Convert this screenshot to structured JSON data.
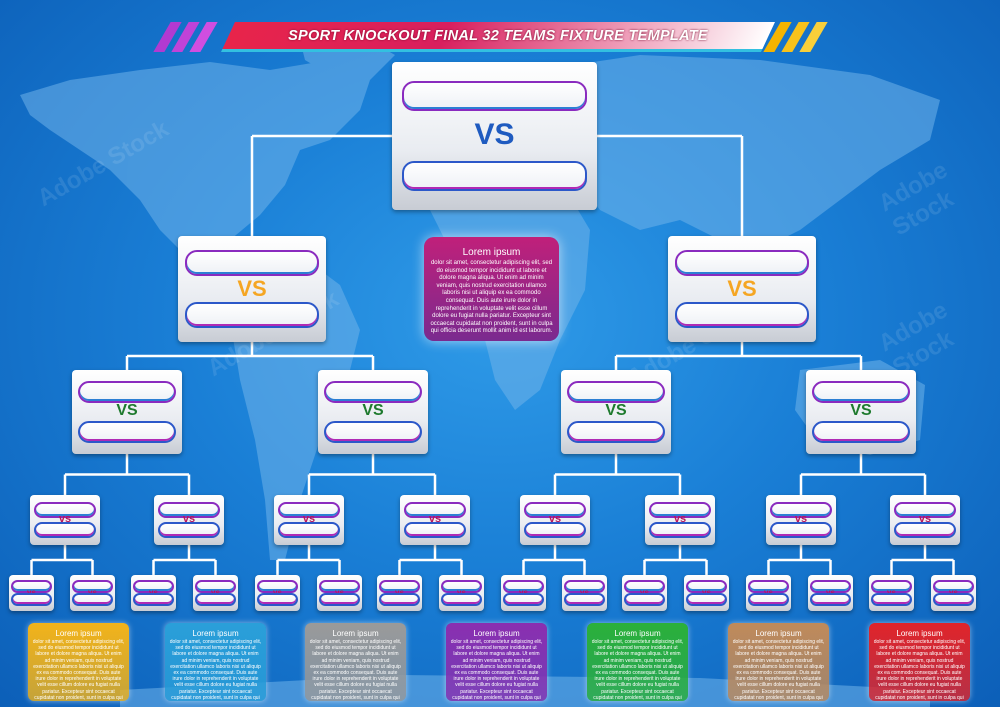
{
  "title": "SPORT KNOCKOUT FINAL 32 TEAMS FIXTURE TEMPLATE",
  "vs_label": "VS",
  "vs_small_label": "vs",
  "stock_id": "193767557",
  "watermark": "Adobe Stock",
  "colors": {
    "round_final": "#1f5bc0",
    "round_semi": "#f5a623",
    "round_quarter": "#1e7a2e",
    "round_small": "#b8165a"
  },
  "center_box": {
    "title": "Lorem ipsum",
    "body": "dolor sit amet, consectetur adipiscing elit, sed do eiusmod tempor incididunt ut labore et dolore magna aliqua. Ut enim ad minim veniam, quis nostrud exercitation ullamco laboris nisi ut aliquip ex ea commodo consequat. Duis aute irure dolor in reprehenderit in voluptate velit esse cillum dolore eu fugiat nulla pariatur. Excepteur sint occaecat cupidatat non proident, sunt in culpa qui officia deserunt mollit anim id est laborum."
  },
  "info_boxes": [
    {
      "title": "Lorem ipsum",
      "color": "#f2b31a",
      "body": "dolor sit amet, consectetur adipiscing elit, sed do eiusmod tempor incididunt ut labore et dolore magna aliqua. Ut enim ad minim veniam, quis nostrud exercitation ullamco laboris nisi ut aliquip ex ea commodo consequat. Duis aute irure dolor in reprehenderit in voluptate velit esse cillum dolore eu fugiat nulla pariatur. Excepteur sint occaecat cupidatat non proident, sunt in culpa qui officia deserunt mollit anim id est laborum."
    },
    {
      "title": "Lorem ipsum",
      "color": "#2a9fd9",
      "body": "dolor sit amet, consectetur adipiscing elit, sed do eiusmod tempor incididunt ut labore et dolore magna aliqua. Ut enim ad minim veniam, quis nostrud exercitation ullamco laboris nisi ut aliquip ex ea commodo consequat. Duis aute irure dolor in reprehenderit in voluptate velit esse cillum dolore eu fugiat nulla pariatur. Excepteur sint occaecat cupidatat non proident, sunt in culpa qui officia deserunt mollit anim id est laborum."
    },
    {
      "title": "Lorem ipsum",
      "color": "#9a9a9a",
      "body": "dolor sit amet, consectetur adipiscing elit, sed do eiusmod tempor incididunt ut labore et dolore magna aliqua. Ut enim ad minim veniam, quis nostrud exercitation ullamco laboris nisi ut aliquip ex ea commodo consequat. Duis aute irure dolor in reprehenderit in voluptate velit esse cillum dolore eu fugiat nulla pariatur. Excepteur sint occaecat cupidatat non proident, sunt in culpa qui officia deserunt mollit anim id est laborum."
    },
    {
      "title": "Lorem ipsum",
      "color": "#8a2fb0",
      "body": "dolor sit amet, consectetur adipiscing elit, sed do eiusmod tempor incididunt ut labore et dolore magna aliqua. Ut enim ad minim veniam, quis nostrud exercitation ullamco laboris nisi ut aliquip ex ea commodo consequat. Duis aute irure dolor in reprehenderit in voluptate velit esse cillum dolore eu fugiat nulla pariatur. Excepteur sint occaecat cupidatat non proident, sunt in culpa qui officia deserunt mollit anim id est laborum."
    },
    {
      "title": "Lorem ipsum",
      "color": "#2bb03a",
      "body": "dolor sit amet, consectetur adipiscing elit, sed do eiusmod tempor incididunt ut labore et dolore magna aliqua. Ut enim ad minim veniam, quis nostrud exercitation ullamco laboris nisi ut aliquip ex ea commodo consequat. Duis aute irure dolor in reprehenderit in voluptate velit esse cillum dolore eu fugiat nulla pariatur. Excepteur sint occaecat cupidatat non proident, sunt in culpa qui officia deserunt mollit anim id est laborum."
    },
    {
      "title": "Lorem ipsum",
      "color": "#c08a5a",
      "body": "dolor sit amet, consectetur adipiscing elit, sed do eiusmod tempor incididunt ut labore et dolore magna aliqua. Ut enim ad minim veniam, quis nostrud exercitation ullamco laboris nisi ut aliquip ex ea commodo consequat. Duis aute irure dolor in reprehenderit in voluptate velit esse cillum dolore eu fugiat nulla pariatur. Excepteur sint occaecat cupidatat non proident, sunt in culpa qui officia deserunt mollit anim id est laborum."
    },
    {
      "title": "Lorem ipsum",
      "color": "#e0242a",
      "body": "dolor sit amet, consectetur adipiscing elit, sed do eiusmod tempor incididunt ut labore et dolore magna aliqua. Ut enim ad minim veniam, quis nostrud exercitation ullamco laboris nisi ut aliquip ex ea commodo consequat. Duis aute irure dolor in reprehenderit in voluptate velit esse cillum dolore eu fugiat nulla pariatur. Excepteur sint occaecat cupidatat non proident, sunt in culpa qui officia deserunt mollit anim id est laborum."
    }
  ]
}
